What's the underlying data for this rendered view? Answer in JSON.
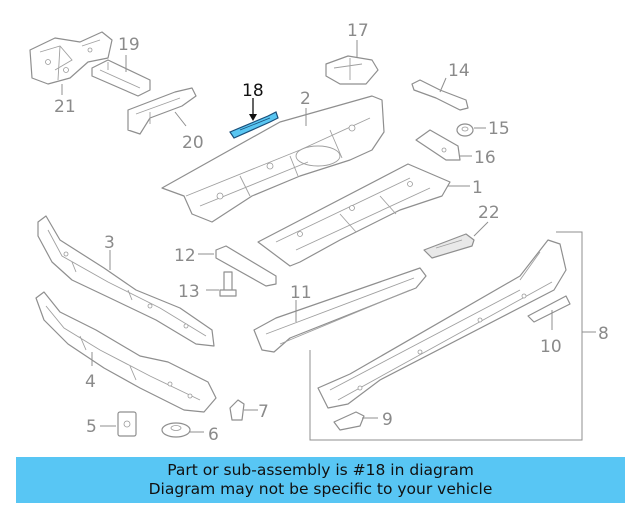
{
  "callouts": {
    "c1": "1",
    "c2": "2",
    "c3": "3",
    "c4": "4",
    "c5": "5",
    "c6": "6",
    "c7": "7",
    "c8": "8",
    "c9": "9",
    "c10": "10",
    "c11": "11",
    "c12": "12",
    "c13": "13",
    "c14": "14",
    "c15": "15",
    "c16": "16",
    "c17": "17",
    "c18": "18",
    "c19": "19",
    "c20": "20",
    "c21": "21",
    "c22": "22"
  },
  "highlighted_part": "18",
  "colors": {
    "highlight": "#59c6f2",
    "caption_bg": "#58c6f4",
    "line": "#8f8f8f"
  },
  "caption": {
    "line1": "Part or sub-assembly is #18 in diagram",
    "line2": "Diagram may not be specific to your vehicle"
  }
}
